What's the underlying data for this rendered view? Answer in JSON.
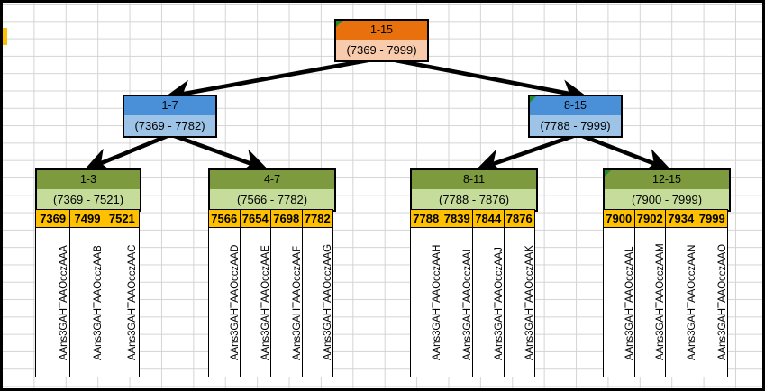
{
  "app": {
    "type": "spreadsheet-tree-diagram",
    "background": "excel-grid"
  },
  "colors": {
    "root_header": "#E8700D",
    "root_body": "#F8CBAD",
    "mid_header": "#4A90D9",
    "mid_body": "#9DC3E6",
    "group_header": "#7D9B3E",
    "group_body": "#C5DC9A",
    "value_cell": "#FFC000",
    "arrow": "#000000",
    "grid_line": "#D4D4D4"
  },
  "tree": {
    "root": {
      "label": "1-15",
      "range": "(7369 - 7999)"
    },
    "level2": [
      {
        "label": "1-7",
        "range": "(7369 - 7782)"
      },
      {
        "label": "8-15",
        "range": "(7788 - 7999)"
      }
    ],
    "level3": [
      {
        "label": "1-3",
        "range": "(7369 - 7521)"
      },
      {
        "label": "4-7",
        "range": "(7566 - 7782)"
      },
      {
        "label": "8-11",
        "range": "(7788 - 7876)"
      },
      {
        "label": "12-15",
        "range": "(7900 - 7999)"
      }
    ]
  },
  "groups": [
    {
      "name": "group-1-3",
      "values": [
        "7369",
        "7499",
        "7521"
      ],
      "labels": [
        "AAns3GAHTAAOcczAAA",
        "AAns3GAHTAAOcczAAB",
        "AAns3GAHTAAOcczAAC"
      ]
    },
    {
      "name": "group-4-7",
      "values": [
        "7566",
        "7654",
        "7698",
        "7782"
      ],
      "labels": [
        "AAns3GAHTAAOcczAAD",
        "AAns3GAHTAAOcczAAE",
        "AAns3GAHTAAOcczAAF",
        "AAns3GAHTAAOcczAAG"
      ]
    },
    {
      "name": "group-8-11",
      "values": [
        "7788",
        "7839",
        "7844",
        "7876"
      ],
      "labels": [
        "AAns3GAHTAAOcczAAH",
        "AAns3GAHTAAOcczAAI",
        "AAns3GAHTAAOcczAAJ",
        "AAns3GAHTAAOcczAAK"
      ]
    },
    {
      "name": "group-12-15",
      "values": [
        "7900",
        "7902",
        "7934",
        "7999"
      ],
      "labels": [
        "AAns3GAHTAAOcczAAL",
        "AAns3GAHTAAOcczAAM",
        "AAns3GAHTAAOcczAAN",
        "AAns3GAHTAAOcczAAO"
      ]
    }
  ]
}
